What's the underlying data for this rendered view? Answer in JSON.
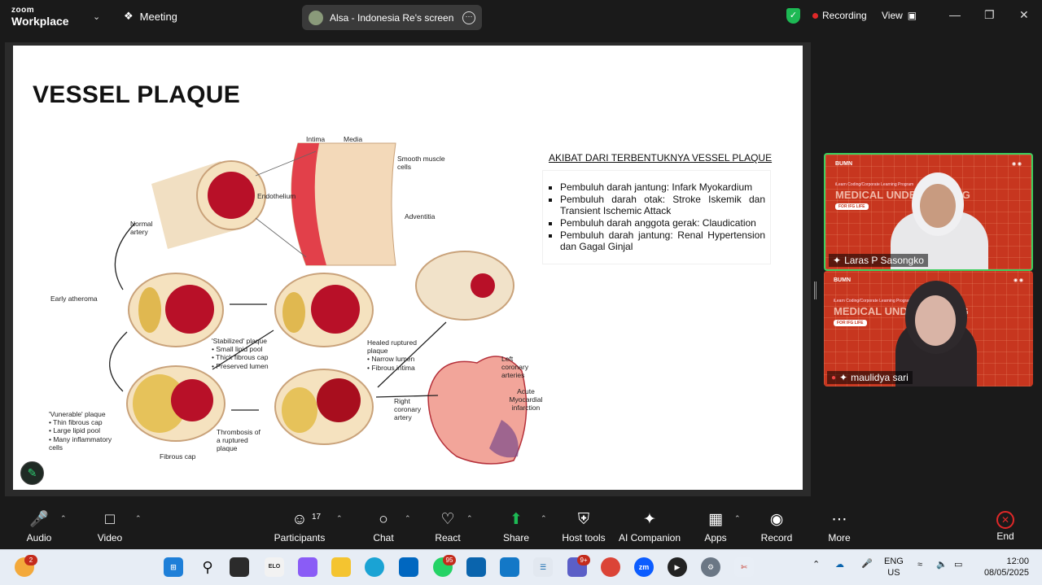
{
  "app": {
    "logo_top": "zoom",
    "logo_bottom": "Workplace",
    "meeting_label": "Meeting",
    "share_label": "Alsa - Indonesia Re's screen",
    "recording_label": "Recording",
    "view_label": "View"
  },
  "slide": {
    "title": "VESSEL PLAQUE",
    "panel_heading": "AKIBAT DARI TERBENTUKNYA VESSEL PLAQUE",
    "bullets": [
      "Pembuluh darah jantung: Infark Myokardium",
      "Pembuluh darah otak: Stroke Iskemik dan Transient Ischemic Attack",
      "Pembuluh darah anggota gerak: Claudication",
      "Pembuluh darah jantung: Renal Hypertension dan Gagal Ginjal"
    ],
    "diagram_labels": {
      "intima": "Intima",
      "media": "Media",
      "smooth": "Smooth muscle cells",
      "endothelium": "Endothelium",
      "adventitia": "Adventitia",
      "normal": "Normal artery",
      "early": "Early atheroma",
      "stabilized": "'Stabilized' plaque",
      "stab1": "• Small lipid pool",
      "stab2": "• Thick fibrous cap",
      "stab3": "• Preserved lumen",
      "healed": "Healed ruptured plaque",
      "healed1": "• Narrow lumen",
      "healed2": "• Fibrous intima",
      "left_cor": "Left coronary arteries",
      "acute": "Acute Myocardial infarction",
      "right_cor": "Right coronary artery",
      "vulnerable": "'Vunerable' plaque",
      "vul1": "• Thin fibrous cap",
      "vul2": "• Large lipid pool",
      "vul3": "• Many inflammatory cells",
      "thrombosis": "Thrombosis of a ruptured plaque",
      "fibrous_cap": "Fibrous cap"
    }
  },
  "participants": [
    {
      "name": "Laras P Sasongko",
      "active": true
    },
    {
      "name": "maulidya sari",
      "active": false
    }
  ],
  "video_tile": {
    "bumn": "BUMN",
    "learn": "iLearn Coding/Corporate Learning Program",
    "banner": "MEDICAL UNDE       TRAINING",
    "tag": "FOR IFG LIFE"
  },
  "toolbar": {
    "audio": "Audio",
    "video": "Video",
    "participants": "Participants",
    "participants_count": "17",
    "chat": "Chat",
    "react": "React",
    "share": "Share",
    "host_tools": "Host tools",
    "ai": "AI Companion",
    "apps": "Apps",
    "record": "Record",
    "more": "More",
    "end": "End"
  },
  "taskbar": {
    "weather_badge": "2",
    "whatsapp_badge": "95",
    "teams_badge": "9+",
    "elo": "ELO",
    "zoom": "zm",
    "lang1": "ENG",
    "lang2": "US",
    "time": "12:00",
    "date": "08/05/2025"
  },
  "colors": {
    "accent_green": "#3ccf5e",
    "record_red": "#e02828",
    "tile_red": "#c7361f"
  }
}
